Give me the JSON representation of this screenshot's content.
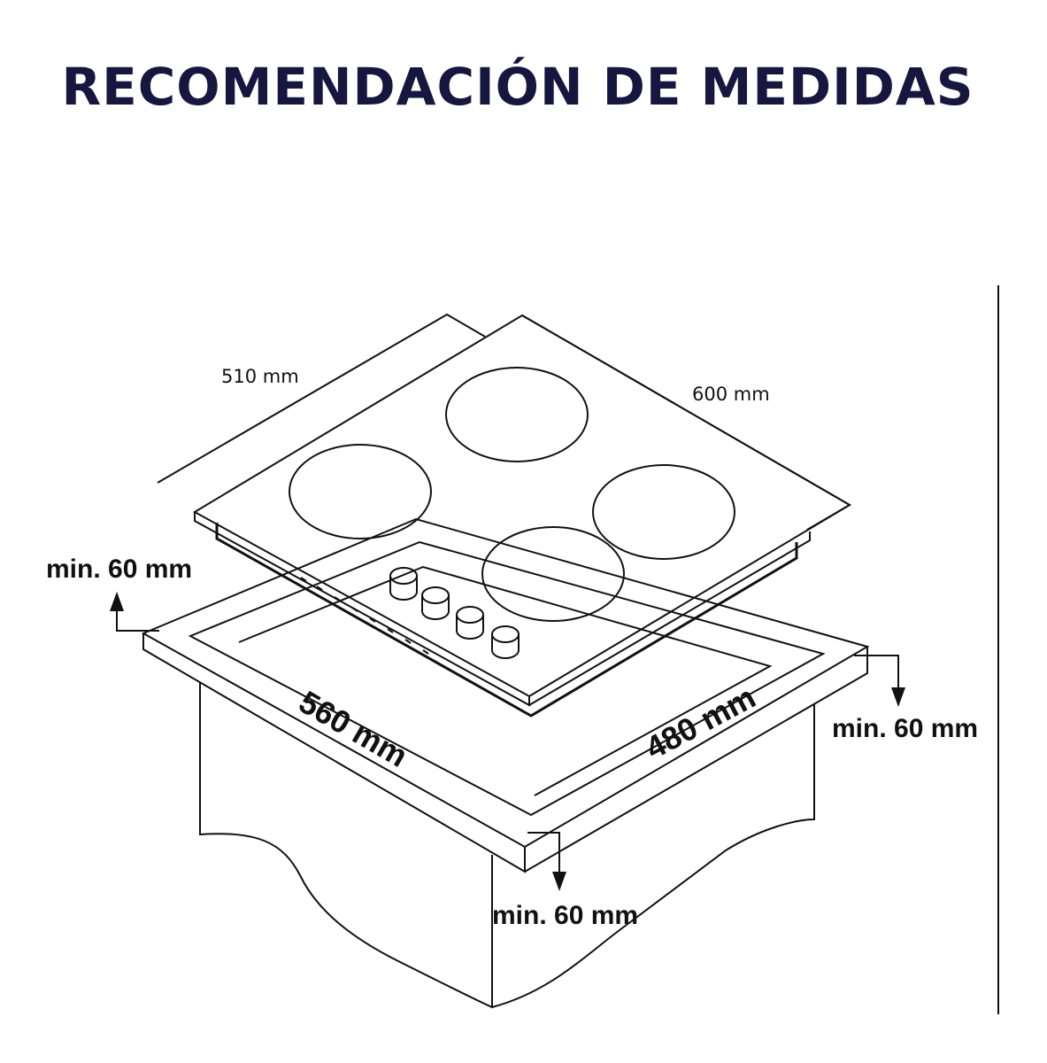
{
  "title": "RECOMENDACIÓN DE MEDIDAS",
  "dimensions": {
    "depth_top": "510 mm",
    "width_top": "600 mm",
    "cutout_width": "560 mm",
    "cutout_depth": "480 mm",
    "clearance_back": "min. 60 mm",
    "clearance_right": "min. 60 mm",
    "clearance_front": "min. 60 mm"
  },
  "colors": {
    "title": "#16163f",
    "lines": "#111111",
    "background": "#ffffff"
  },
  "icons": {
    "burner": "induction-zone-circle",
    "knob": "control-knob",
    "arrow": "arrow-indicator"
  }
}
